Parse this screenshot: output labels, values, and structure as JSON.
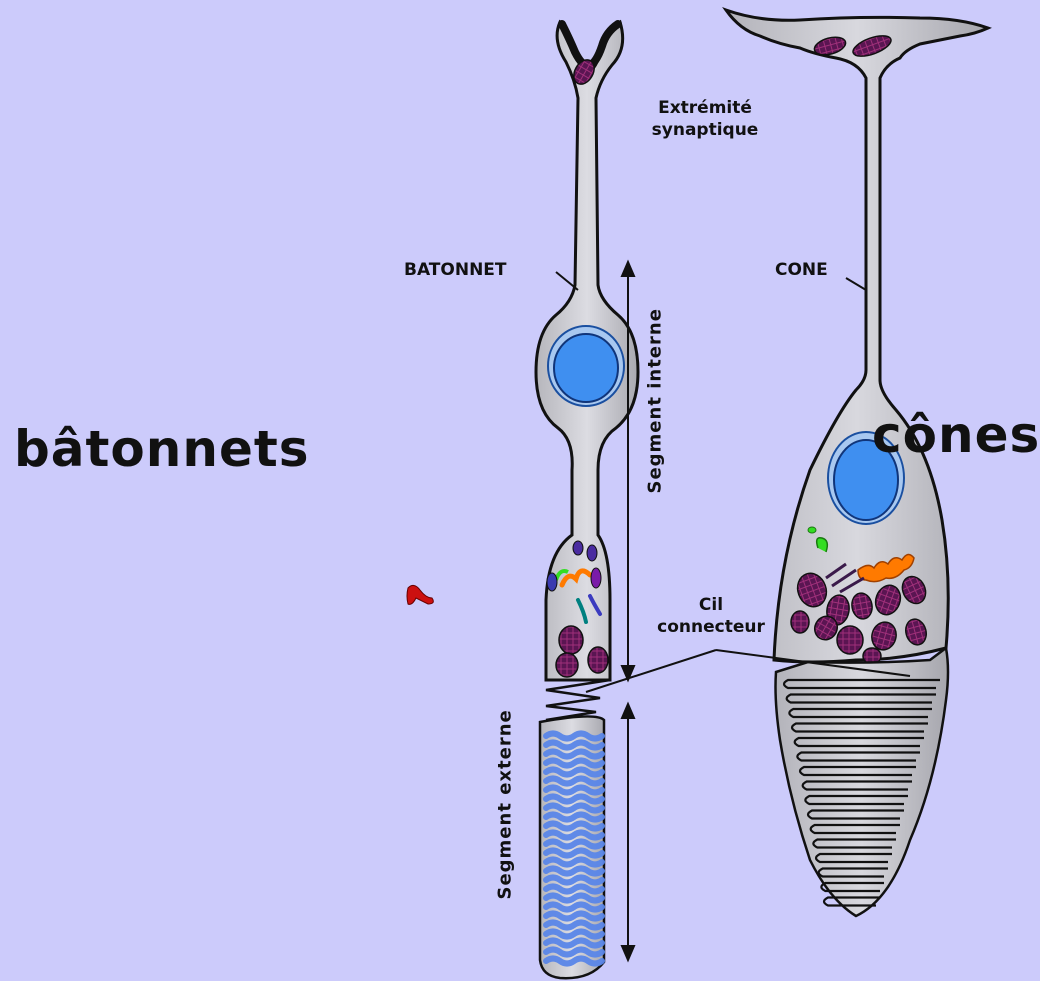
{
  "labels": {
    "rods_heading": "bâtonnets",
    "cones_heading": "cônes",
    "rod": "BATONNET",
    "cone": "CONE",
    "synaptic_line1": "Extrémité",
    "synaptic_line2": "synaptique",
    "inner_segment": "Segment interne",
    "outer_segment": "Segment externe",
    "cilium_line1": "Cil",
    "cilium_line2": "connecteur"
  },
  "colors": {
    "background": "#cccbfb",
    "cell_body": "#c9c9cf",
    "nucleus": "#3f8ff0",
    "nucleus_ring": "#a8c8f0",
    "mitochondria": "#5a1552",
    "rod_discs": "#5a86e8",
    "golgi": "#ff7a00",
    "er_green": "#33dd22"
  }
}
